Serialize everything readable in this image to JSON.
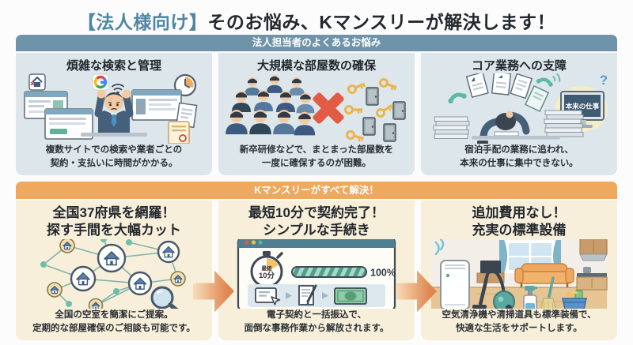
{
  "page": {
    "title_tag": "【法人様向け】",
    "title_main": "そのお悩み、Kマンスリーが解決します！"
  },
  "problems": {
    "header": "法人担当者のよくあるお悩み",
    "items": [
      {
        "title": "煩雑な検索と管理",
        "desc_line1": "複数サイトでの検索や業者ごとの",
        "desc_line2": "契約・支払いに時間がかかる。"
      },
      {
        "title": "大規模な部屋数の確保",
        "desc_line1": "新卒研修などで、まとまった部屋数を",
        "desc_line2": "一度に確保するのが困難。"
      },
      {
        "title": "コア業務への支障",
        "desc_line1": "宿泊手配の業務に追われ、",
        "desc_line2": "本来の仕事に集中できない。",
        "monitor_label": "本来の仕事",
        "question_mark": "?"
      }
    ]
  },
  "solutions": {
    "header": "Kマンスリーがすべて解決！",
    "items": [
      {
        "title_line1": "全国37府県を網羅！",
        "title_line2": "探す手間を大幅カット",
        "desc_line1": "全国の空室を簡潔にご提案。",
        "desc_line2": "定期的な部屋確保のご相談も可能です。"
      },
      {
        "title_line1": "最短10分で契約完了！",
        "title_line2": "シンプルな手続き",
        "desc_line1": "電子契約と一括振込で、",
        "desc_line2": "面倒な事務作業から解放されます。",
        "stopwatch_top": "最短",
        "stopwatch_bottom": "10分",
        "progress_label": "100%"
      },
      {
        "title_line1": "追加費用なし！",
        "title_line2": "充実の標準設備",
        "desc_line1": "空気清浄機や清掃道具も標準装備で、",
        "desc_line2": "快適な生活をサポートします。"
      }
    ]
  },
  "colors": {
    "accent-blue": "#4e86a3",
    "header-blue": "#6f94a9",
    "panel-blue": "#dde6ea",
    "header-orange": "#efa95e",
    "panel-cream": "#f8efda",
    "arrow-orange": "#e0854f",
    "cross-red": "#e25b45",
    "text-dark": "#22282e"
  }
}
